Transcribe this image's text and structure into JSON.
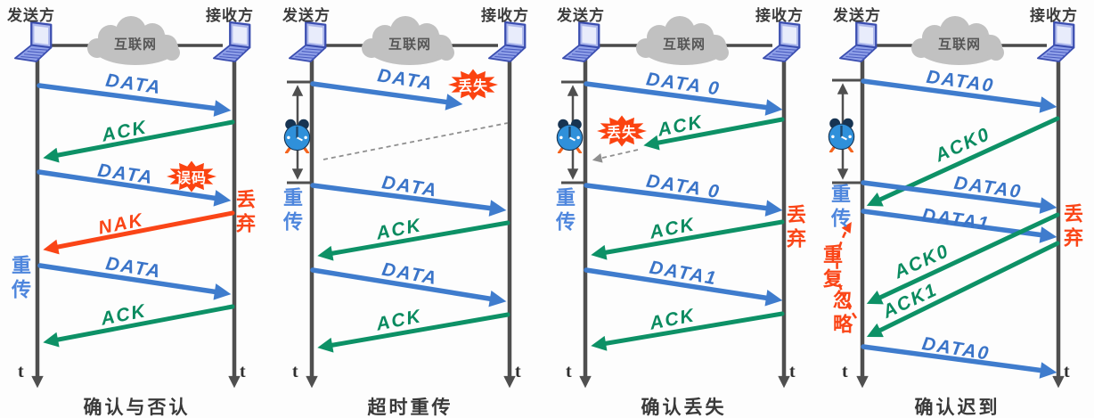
{
  "colors": {
    "data_blue": "#3a74c8",
    "ack_green": "#0b8b60",
    "alert_red": "#fa4517",
    "retransmit_blue": "#4e86dd",
    "timeline_gray": "#4f4f4f",
    "cloud_gray": "#c1c1c1"
  },
  "cloud_label": "互联网",
  "panels": [
    {
      "sender": "发送方",
      "receiver": "接收方",
      "t_left": "t",
      "t_right": "t",
      "caption": "确认与否认",
      "m": {
        "a1": "DATA",
        "a2": "ACK",
        "a3": "DATA",
        "a4": "NAK",
        "a5": "DATA",
        "a6": "ACK"
      },
      "badge_error": "误码",
      "discard": "丢弃",
      "retransmit": "重传"
    },
    {
      "sender": "发送方",
      "receiver": "接收方",
      "t_left": "t",
      "t_right": "t",
      "caption": "超时重传",
      "m": {
        "a1": "DATA",
        "a2": "DATA",
        "a3": "ACK",
        "a4": "DATA",
        "a5": "ACK"
      },
      "badge_lost": "丢失",
      "retransmit": "重传"
    },
    {
      "sender": "发送方",
      "receiver": "接收方",
      "t_left": "t",
      "t_right": "t",
      "caption": "确认丢失",
      "m": {
        "a1": "DATA 0",
        "a2": "ACK",
        "a3": "DATA 0",
        "a4": "ACK",
        "a5": "DATA1",
        "a6": "ACK"
      },
      "badge_lost": "丢失",
      "discard": "丢弃",
      "retransmit": "重传"
    },
    {
      "sender": "发送方",
      "receiver": "接收方",
      "t_left": "t",
      "t_right": "t",
      "caption": "确认迟到",
      "m": {
        "a1": "DATA0",
        "a2": "ACK0",
        "a3": "DATA0",
        "a4": "DATA1",
        "a5": "ACK0",
        "a6": "ACK1",
        "a7": "DATA0"
      },
      "discard": "丢弃",
      "retransmit": "重传",
      "duplicate": "重复",
      "ignore": "忽略"
    }
  ]
}
